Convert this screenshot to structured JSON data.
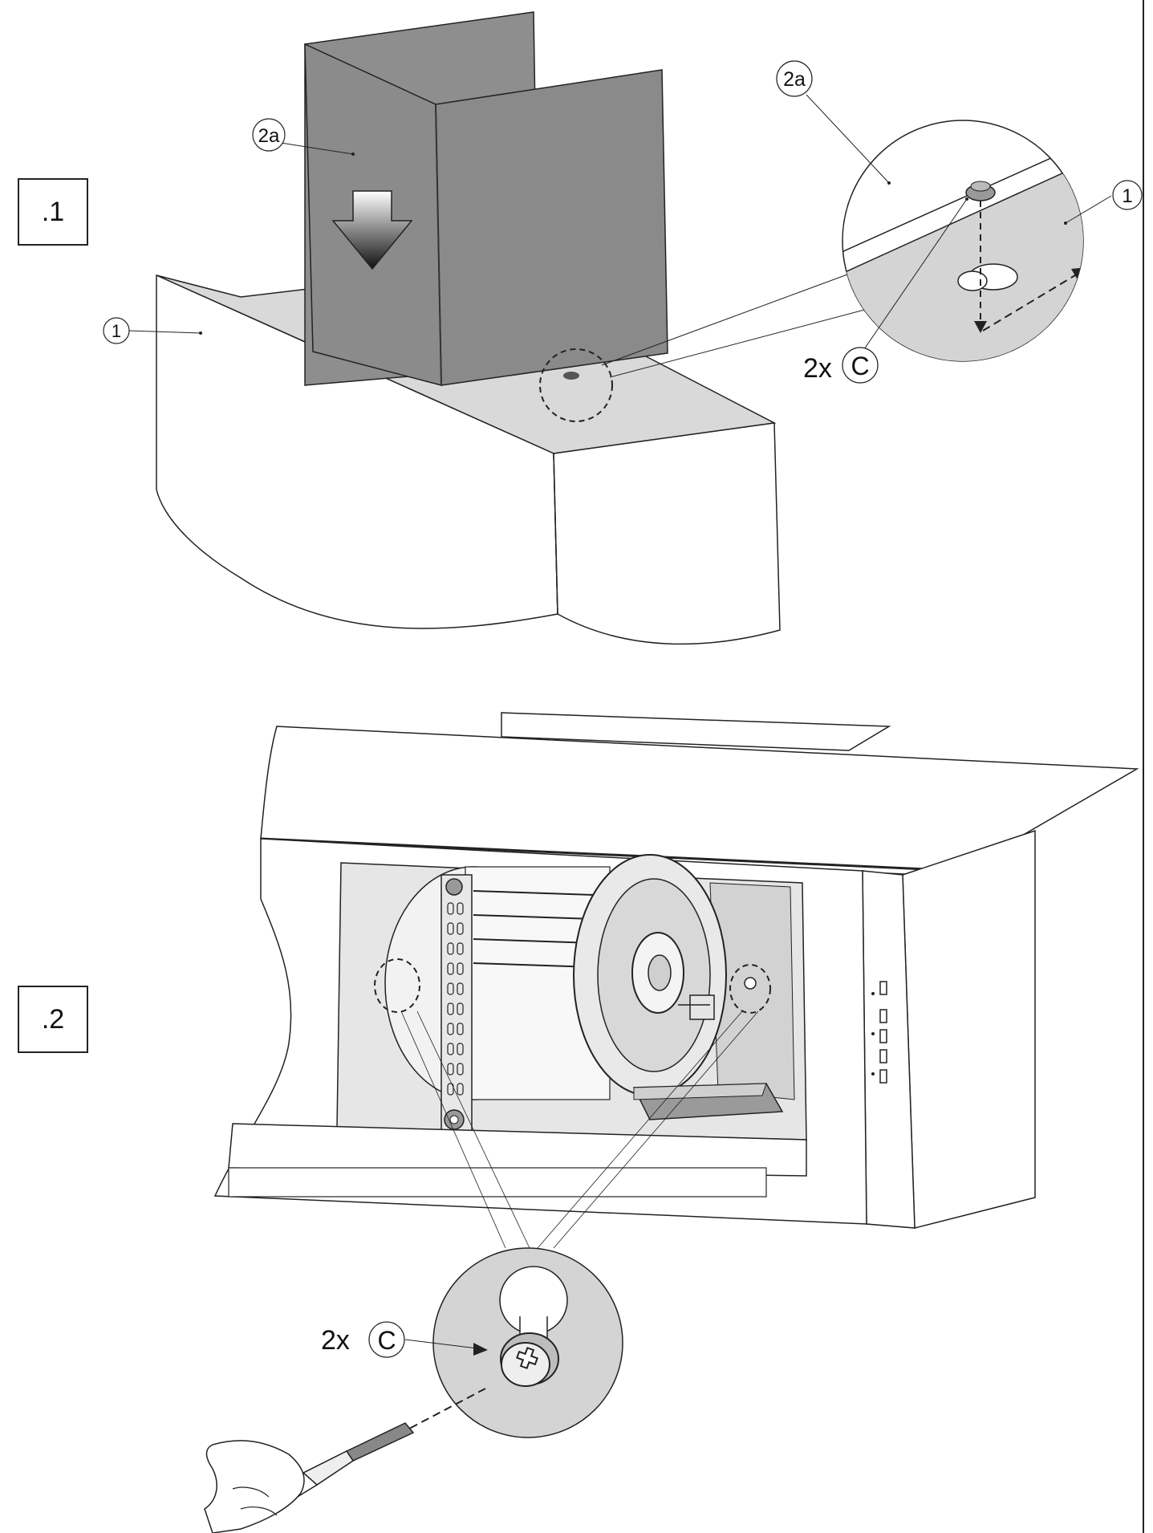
{
  "steps": [
    {
      "label": ".1"
    },
    {
      "label": ".2"
    }
  ],
  "step1": {
    "part_2a_main": "2a",
    "part_2a_detail": "2a",
    "part_1_main": "1",
    "part_1_detail": "1",
    "screw_qty": "2x",
    "screw_code": "C"
  },
  "step2": {
    "screw_qty": "2x",
    "screw_code": "C"
  },
  "colors": {
    "chimney": "#8e8e8e",
    "hood_top": "#d9d9d9",
    "detail_bg": "#d4d4d4",
    "line": "#222222"
  },
  "icons": {
    "arrow": "down-arrow-icon",
    "screwdriver": "screwdriver-icon",
    "screw": "phillips-screw-icon"
  }
}
